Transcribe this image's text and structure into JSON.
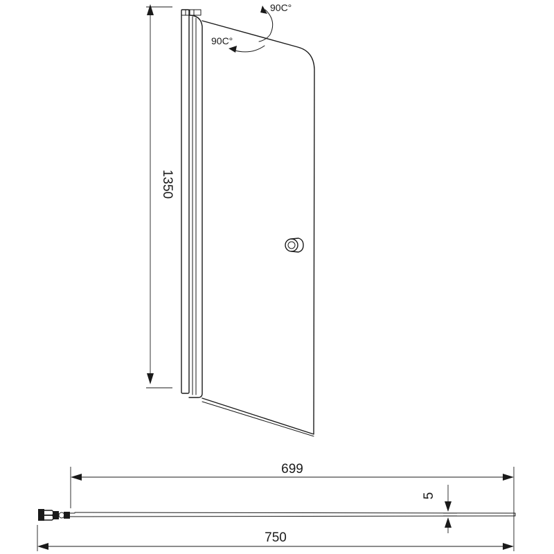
{
  "drawing": {
    "dimensions": {
      "height": "1350",
      "width_top": "699",
      "width_bottom": "750",
      "thickness": "5"
    },
    "rotation": {
      "label_upper": "90C°",
      "label_lower": "90C°"
    },
    "colors": {
      "line": "#1a1a1a",
      "background": "#ffffff"
    }
  }
}
